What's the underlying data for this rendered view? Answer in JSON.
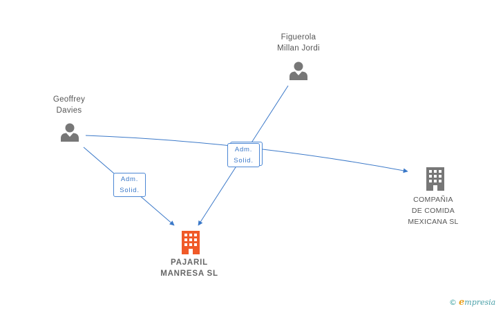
{
  "nodes": {
    "figuerola": {
      "line1": "Figuerola",
      "line2": "Millan Jordi",
      "icon": "person-icon"
    },
    "geoffrey": {
      "line1": "Geoffrey",
      "line2": "Davies",
      "icon": "person-icon"
    },
    "pajaril": {
      "line1": "PAJARIL",
      "line2": "MANRESA SL",
      "icon": "building-icon",
      "color": "#f05a28"
    },
    "compania": {
      "line1": "COMPAÑIA",
      "line2": "DE COMIDA",
      "line3": "MEXICANA SL",
      "icon": "building-icon",
      "color": "#777777"
    }
  },
  "edges": [
    {
      "from": "geoffrey",
      "to": "pajaril",
      "role_line1": "Adm.",
      "role_line2": "Solid."
    },
    {
      "from": "figuerola",
      "to": "pajaril",
      "role_line1": "Adm.",
      "role_line2": "Solid."
    },
    {
      "from": "geoffrey",
      "to": "compania",
      "role_line1": "Adm.",
      "role_line2": "Solid."
    }
  ],
  "colors": {
    "edge": "#3a78c8",
    "person": "#777777"
  },
  "watermark": {
    "copyright": "©",
    "brand_first": "e",
    "brand_rest": "mpresia"
  }
}
